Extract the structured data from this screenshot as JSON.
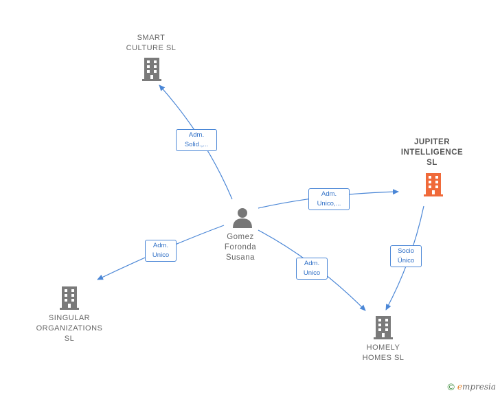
{
  "colors": {
    "edge": "#4a86d6",
    "building": "#7a7a7a",
    "building_highlight": "#f06a3a",
    "person": "#777777"
  },
  "nodes": {
    "smart_culture": {
      "label": "SMART\nCULTURE  SL",
      "icon": "building-icon"
    },
    "jupiter": {
      "label": "JUPITER\nINTELLIGENCE\nSL",
      "icon": "building-icon"
    },
    "person": {
      "label": "Gomez\nForonda\nSusana",
      "icon": "person-icon"
    },
    "singular": {
      "label": "SINGULAR\nORGANIZATIONS\nSL",
      "icon": "building-icon"
    },
    "homely": {
      "label": "HOMELY\nHOMES  SL",
      "icon": "building-icon"
    }
  },
  "edges": {
    "to_smart": "Adm.\nSolid.,...",
    "to_jupiter": "Adm.\nUnico,...",
    "to_singular": "Adm.\nUnico",
    "to_homely": "Adm.\nUnico",
    "jupiter_homely": "Socio\nÚnico"
  },
  "footer": {
    "copyright": "©",
    "brand_first": "e",
    "brand_rest": "mpresia"
  }
}
